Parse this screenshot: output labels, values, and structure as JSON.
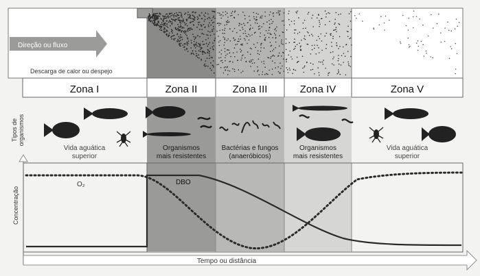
{
  "diagram": {
    "flow_label": "Direção ou fluxo",
    "discharge_label": "Descarga de calor ou despejo",
    "zones": [
      "Zona I",
      "Zona II",
      "Zona III",
      "Zona IV",
      "Zona V"
    ],
    "organisms_axis_label": "Tipos de organismos",
    "concentration_axis_label": "Concentração",
    "time_axis_label": "Tempo ou distância",
    "organism_groups": [
      [
        "Vida aguática",
        "superior"
      ],
      [
        "Organismos",
        "mais resistentes"
      ],
      [
        "Bactérias e fungos",
        "(anaeróbicos)"
      ],
      [
        "Organismos",
        "mais resistentes"
      ],
      [
        "Vida aguática",
        "superior"
      ]
    ],
    "o2_label": "O₂",
    "dbo_label": "DBO"
  },
  "colors": {
    "zone_shades": [
      "#f7f7f5",
      "#9a9a98",
      "#b8b8b6",
      "#d6d6d4",
      "#f5f5f3"
    ],
    "curve": "#2a2a2a",
    "arrow": "#8f8f8f"
  }
}
